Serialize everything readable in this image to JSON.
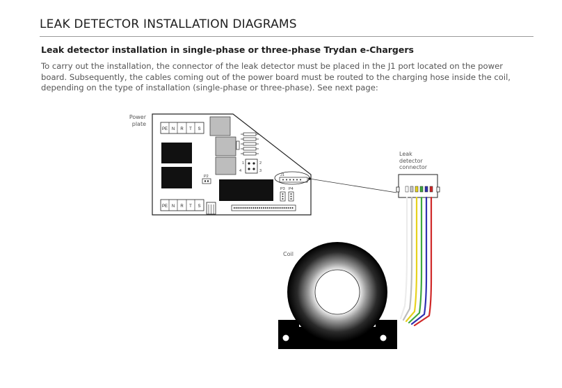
{
  "page": {
    "heading": "LEAK DETECTOR INSTALLATION DIAGRAMS",
    "section_title": "Leak detector installation in single-phase or three-phase Trydan e-Chargers",
    "intro_text": "To carry out the installation, the connector of the leak detector must be placed in the J1 port located on the power board. Subsequently, the cables coming out of the power board must be routed to the charging hose inside the coil, depending on the type of installation (single-phase or three-phase). See next page:"
  },
  "diagram": {
    "labels": {
      "power_plate_line1": "Power",
      "power_plate_line2": "plate",
      "leak_connector_line1": "Leak",
      "leak_connector_line2": "detector",
      "leak_connector_line3": "connector",
      "coil": "Coil"
    },
    "terminal_top": [
      "PE",
      "N",
      "R",
      "T",
      "S"
    ],
    "terminal_bottom": [
      "PE",
      "N",
      "R",
      "T",
      "S"
    ],
    "board_labels": {
      "p2": "P2",
      "j1": "J1",
      "p3": "P3",
      "p4": "P4",
      "pin1": "1",
      "pin2": "2",
      "pin3": "3",
      "pin4": "4"
    },
    "wire_colors": [
      "#ffffff",
      "#c9c9c9",
      "#e6d21e",
      "#3ea83e",
      "#2f2fb0",
      "#cf2828"
    ]
  }
}
